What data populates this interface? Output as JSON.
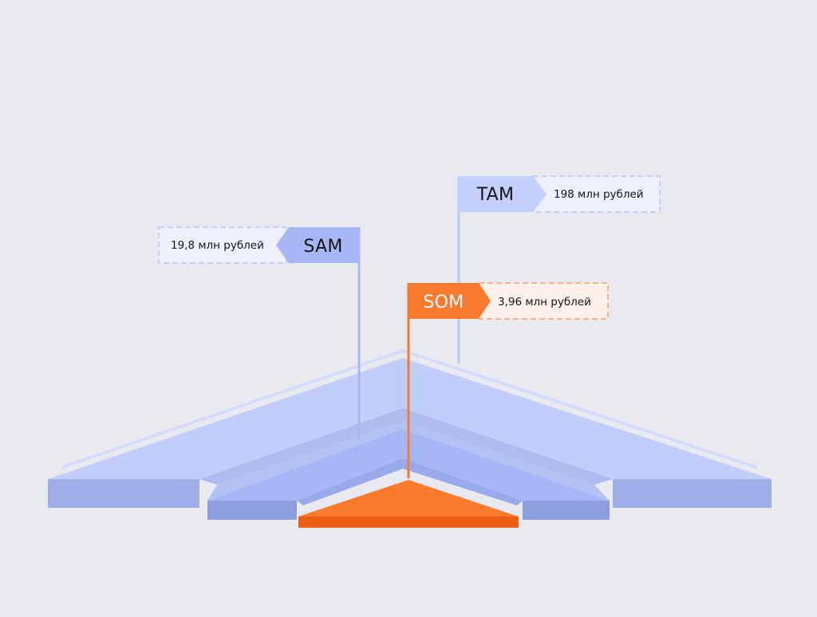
{
  "markets": {
    "tam": {
      "label": "TAM",
      "value": "198 млн рублей"
    },
    "sam": {
      "label": "SAM",
      "value": "19,8 млн рублей"
    },
    "som": {
      "label": "SOM",
      "value": "3,96 млн рублей"
    }
  },
  "colors": {
    "background": "#e9eaef",
    "tam_fill": "#bfcaf8",
    "sam_fill": "#a3b4f4",
    "som_fill": "#f97a2e",
    "tam_tag": "#c5cffb",
    "value_box": "#eef1fd",
    "som_value_box": "#fdf1ea",
    "text_dark": "#141414",
    "text_light": "#ffffff"
  }
}
